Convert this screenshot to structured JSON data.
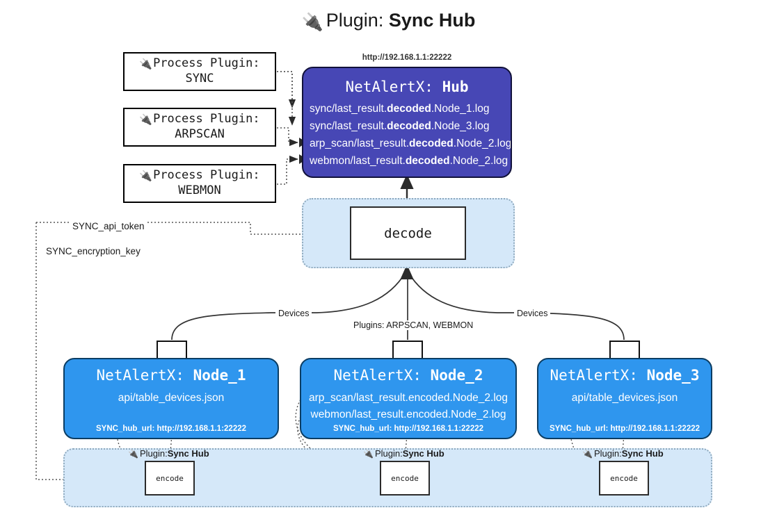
{
  "title": {
    "icon": "plug-icon",
    "prefix": "Plugin: ",
    "name": "Sync Hub"
  },
  "process_plugins": [
    {
      "icon": "plug-icon",
      "line1": "Process Plugin:",
      "line2": "SYNC"
    },
    {
      "icon": "plug-icon",
      "line1": "Process Plugin:",
      "line2": "ARPSCAN"
    },
    {
      "icon": "plug-icon",
      "line1": "Process Plugin:",
      "line2": "WEBMON"
    }
  ],
  "hub": {
    "url": "http://192.168.1.1:22222",
    "title_prefix": "NetAlertX: ",
    "title_name": "Hub",
    "lines": [
      {
        "pre": "sync/last_result.",
        "em": "decoded",
        "post": ".Node_1.log"
      },
      {
        "pre": "sync/last_result.",
        "em": "decoded",
        "post": ".Node_3.log"
      },
      {
        "pre": "arp_scan/last_result.",
        "em": "decoded",
        "post": ".Node_2.log"
      },
      {
        "pre": "webmon/last_result.",
        "em": "decoded",
        "post": ".Node_2.log"
      }
    ]
  },
  "decode": {
    "label": "decode"
  },
  "keys": {
    "api_token": "SYNC_api_token",
    "encryption_key": "SYNC_encryption_key"
  },
  "edges": {
    "devices_left": "Devices",
    "devices_right": "Devices",
    "plugins": "Plugins: ARPSCAN, WEBMON"
  },
  "nodes": [
    {
      "title_prefix": "NetAlertX: ",
      "title_name": "Node_1",
      "lines": [
        "api/table_devices.json"
      ],
      "footer": "SYNC_hub_url: http://192.168.1.1:22222",
      "envelope": "envelope-icon"
    },
    {
      "title_prefix": "NetAlertX: ",
      "title_name": "Node_2",
      "lines": [
        "arp_scan/last_result.encoded.Node_2.log",
        "webmon/last_result.encoded.Node_2.log"
      ],
      "footer": "SYNC_hub_url: http://192.168.1.1:22222",
      "envelope": "envelope-icon"
    },
    {
      "title_prefix": "NetAlertX: ",
      "title_name": "Node_3",
      "lines": [
        "api/table_devices.json"
      ],
      "footer": "SYNC_hub_url: http://192.168.1.1:22222",
      "envelope": "envelope-icon"
    }
  ],
  "encoders": [
    {
      "caption_prefix": "Plugin: ",
      "caption_name": "Sync Hub",
      "label": "encode",
      "icon": "plug-icon"
    },
    {
      "caption_prefix": "Plugin: ",
      "caption_name": "Sync Hub",
      "label": "encode",
      "icon": "plug-icon"
    },
    {
      "caption_prefix": "Plugin: ",
      "caption_name": "Sync Hub",
      "label": "encode",
      "icon": "plug-icon"
    }
  ],
  "colors": {
    "hub": "#4747b5",
    "node": "#2f96ee",
    "group": "#d5e8f9",
    "stroke": "#2b2b2b"
  }
}
